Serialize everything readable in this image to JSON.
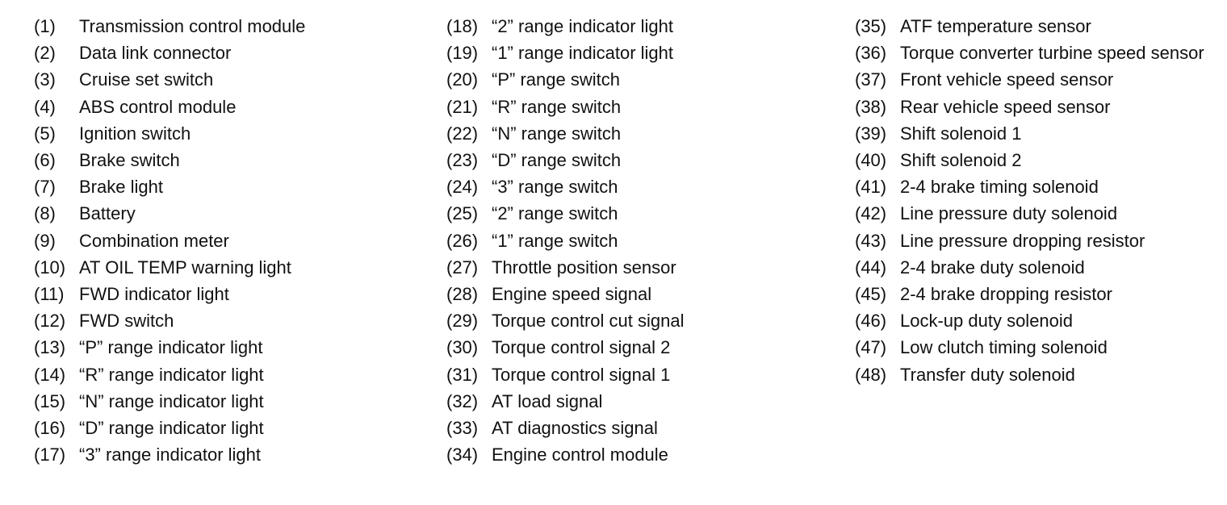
{
  "legend": {
    "col1": [
      {
        "num": "(1)",
        "label": "Transmission control module"
      },
      {
        "num": "(2)",
        "label": "Data link connector"
      },
      {
        "num": "(3)",
        "label": "Cruise set switch"
      },
      {
        "num": "(4)",
        "label": "ABS control module"
      },
      {
        "num": "(5)",
        "label": "Ignition switch"
      },
      {
        "num": "(6)",
        "label": "Brake switch"
      },
      {
        "num": "(7)",
        "label": "Brake light"
      },
      {
        "num": "(8)",
        "label": "Battery"
      },
      {
        "num": "(9)",
        "label": "Combination meter"
      },
      {
        "num": "(10)",
        "label": "AT OIL TEMP warning light"
      },
      {
        "num": "(11)",
        "label": "FWD indicator light"
      },
      {
        "num": "(12)",
        "label": "FWD switch"
      },
      {
        "num": "(13)",
        "label": "“P” range indicator light"
      },
      {
        "num": "(14)",
        "label": "“R” range indicator light"
      },
      {
        "num": "(15)",
        "label": "“N” range indicator light"
      },
      {
        "num": "(16)",
        "label": "“D” range indicator light"
      },
      {
        "num": "(17)",
        "label": "“3” range indicator light"
      }
    ],
    "col2": [
      {
        "num": "(18)",
        "label": "“2” range indicator light"
      },
      {
        "num": "(19)",
        "label": "“1” range indicator light"
      },
      {
        "num": "(20)",
        "label": "“P” range switch"
      },
      {
        "num": "(21)",
        "label": "“R” range switch"
      },
      {
        "num": "(22)",
        "label": "“N” range switch"
      },
      {
        "num": "(23)",
        "label": "“D” range switch"
      },
      {
        "num": "(24)",
        "label": "“3” range switch"
      },
      {
        "num": "(25)",
        "label": "“2” range switch"
      },
      {
        "num": "(26)",
        "label": "“1” range switch"
      },
      {
        "num": "(27)",
        "label": "Throttle position sensor"
      },
      {
        "num": "(28)",
        "label": "Engine speed signal"
      },
      {
        "num": "(29)",
        "label": "Torque control cut signal"
      },
      {
        "num": "(30)",
        "label": "Torque control signal 2"
      },
      {
        "num": "(31)",
        "label": "Torque control signal 1"
      },
      {
        "num": "(32)",
        "label": "AT load signal"
      },
      {
        "num": "(33)",
        "label": "AT diagnostics signal"
      },
      {
        "num": "(34)",
        "label": "Engine control module"
      }
    ],
    "col3": [
      {
        "num": "(35)",
        "label": "ATF temperature sensor"
      },
      {
        "num": "(36)",
        "label": "Torque converter turbine speed sensor"
      },
      {
        "num": "(37)",
        "label": "Front vehicle speed sensor"
      },
      {
        "num": "(38)",
        "label": "Rear vehicle speed sensor"
      },
      {
        "num": "(39)",
        "label": "Shift solenoid 1"
      },
      {
        "num": "(40)",
        "label": "Shift solenoid 2"
      },
      {
        "num": "(41)",
        "label": "2-4 brake timing solenoid"
      },
      {
        "num": "(42)",
        "label": "Line pressure duty solenoid"
      },
      {
        "num": "(43)",
        "label": "Line pressure dropping resistor"
      },
      {
        "num": "(44)",
        "label": "2-4 brake duty solenoid"
      },
      {
        "num": "(45)",
        "label": "2-4 brake dropping resistor"
      },
      {
        "num": "(46)",
        "label": "Lock-up duty solenoid"
      },
      {
        "num": "(47)",
        "label": "Low clutch timing solenoid"
      },
      {
        "num": "(48)",
        "label": "Transfer duty solenoid"
      }
    ]
  }
}
